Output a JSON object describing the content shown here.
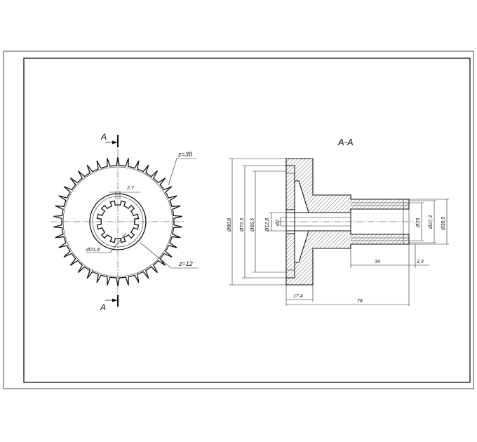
{
  "front_view": {
    "section_mark": "A",
    "teeth_label": "z=38",
    "spline_label": "z=12",
    "spline_width": "2,7",
    "spline_dia": "Ø21,4",
    "outer_teeth_count": 38,
    "spline_count": 12
  },
  "section_view": {
    "title": "A-A",
    "dims": {
      "d_outer": "Ø80,8",
      "d_mid": "Ø72,3",
      "d_inner": "Ø65,5",
      "d_bore": "Ø12,8",
      "d_hole": "Ø7",
      "d_shaft1": "Ø25",
      "d_shaft2": "Ø27,3",
      "d_shaft3": "Ø30,5",
      "len_spline": "34",
      "len_gap": "2,3",
      "len_gear": "17,4",
      "len_total": "78"
    }
  }
}
